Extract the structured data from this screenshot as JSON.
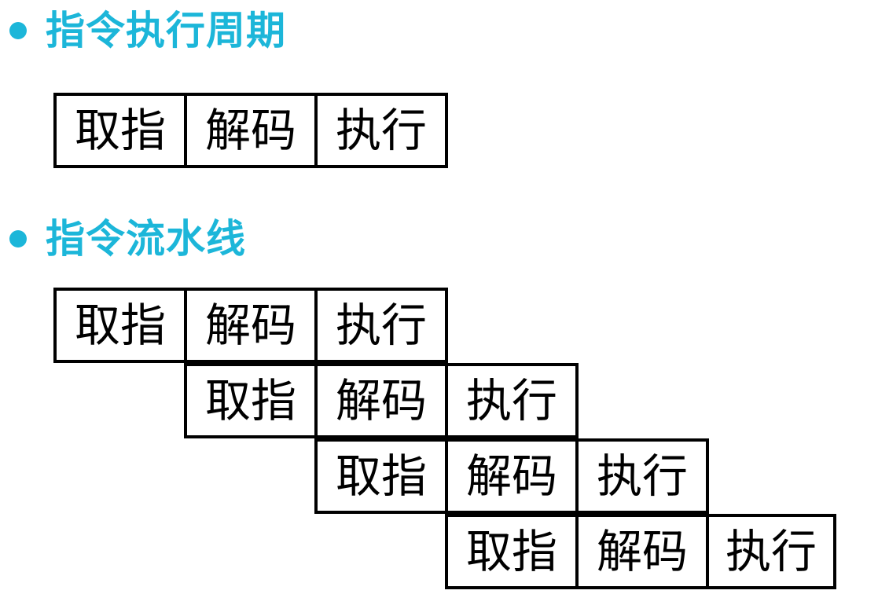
{
  "colors": {
    "accent": "#1cb6d9",
    "border": "#000000",
    "text": "#000000"
  },
  "sections": [
    {
      "bullet_icon": "bullet-dot-icon",
      "title": "指令执行周期"
    },
    {
      "bullet_icon": "bullet-dot-icon",
      "title": "指令流水线"
    }
  ],
  "stages": [
    "取指",
    "解码",
    "执行"
  ],
  "cycle_row": [
    "取指",
    "解码",
    "执行"
  ],
  "pipeline_rows": [
    [
      "取指",
      "解码",
      "执行"
    ],
    [
      "取指",
      "解码",
      "执行"
    ],
    [
      "取指",
      "解码",
      "执行"
    ],
    [
      "取指",
      "解码",
      "执行"
    ]
  ]
}
